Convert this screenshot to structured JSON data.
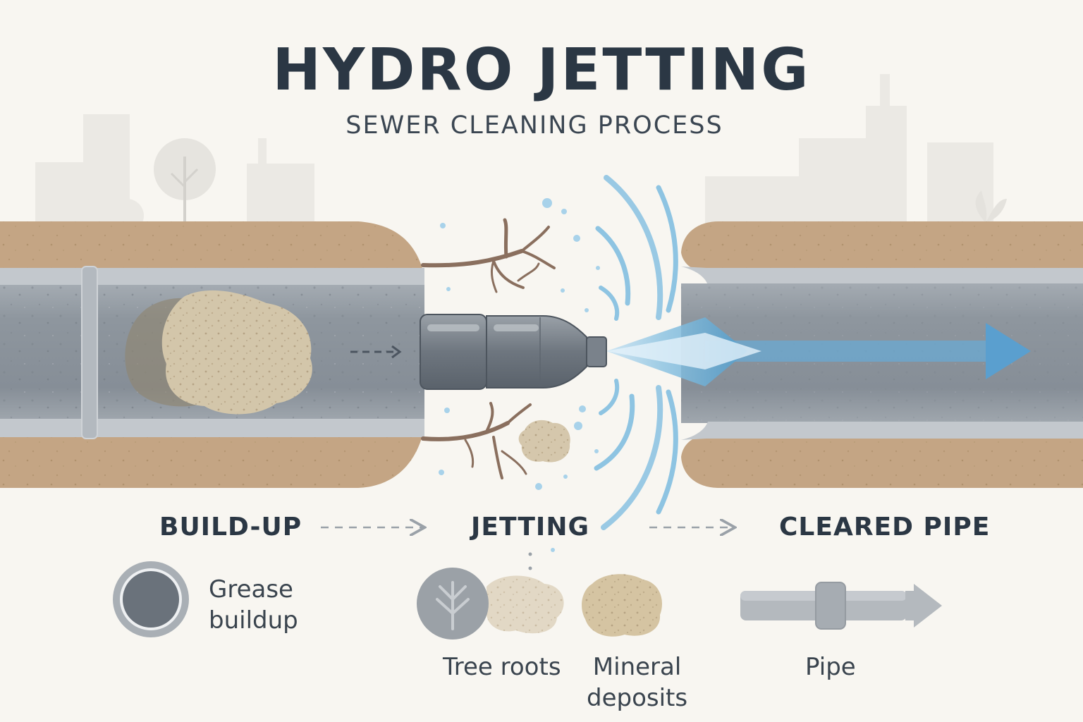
{
  "header": {
    "title": "HYDRO JETTING",
    "subtitle": "SEWER CLEANING PROCESS"
  },
  "stages": [
    "BUILD-UP",
    "JETTING",
    "CLEARED PIPE"
  ],
  "legend": {
    "grease": [
      "Grease",
      "buildup"
    ],
    "tree_roots": "Tree roots",
    "mineral": [
      "Mineral",
      "deposits"
    ],
    "pipe": "Pipe"
  },
  "colors": {
    "background": "#f8f6f1",
    "title": "#2b3744",
    "soil": "#c4a584",
    "pipe": "#8a929b",
    "water": "#8ec4e2",
    "root": "#8a6f5e",
    "debris": "#d5c7ac"
  }
}
